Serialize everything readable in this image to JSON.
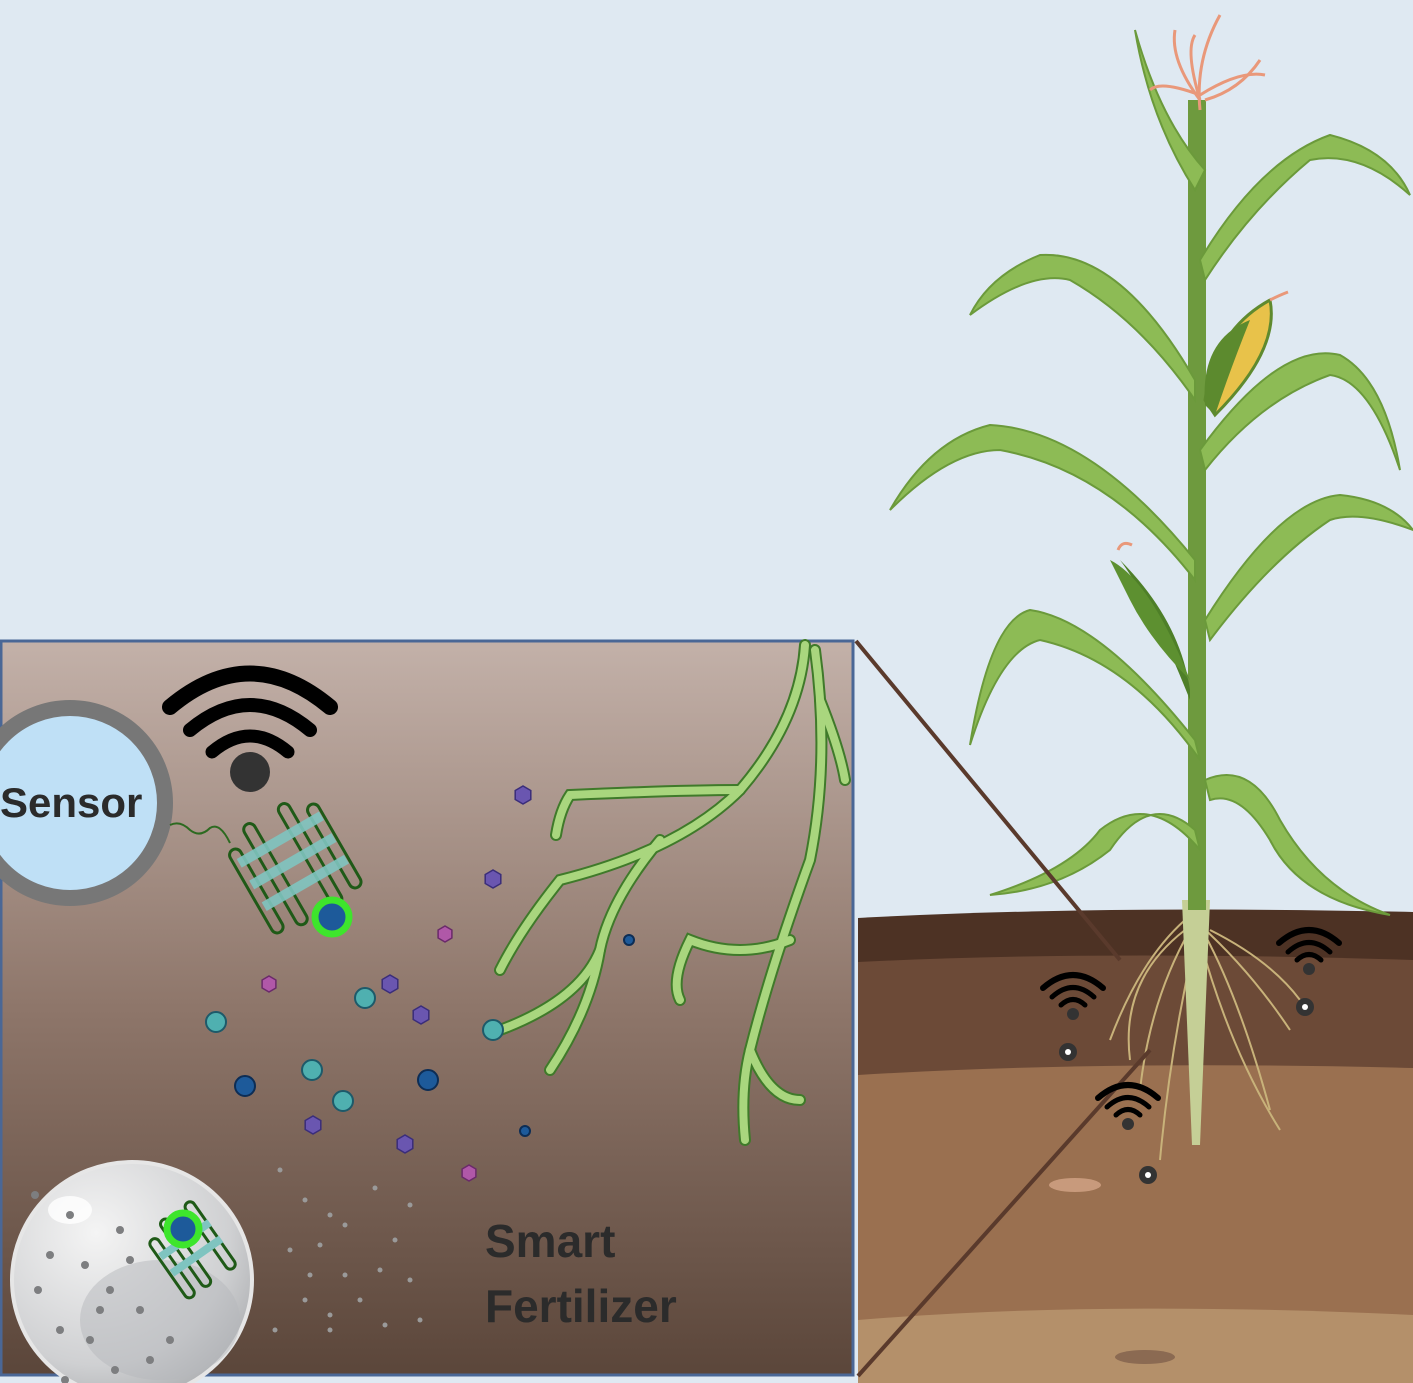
{
  "labels": {
    "sensor": "Sensor",
    "smart": "Smart",
    "fertilizer": "Fertilizer"
  },
  "colors": {
    "sky": "#dfe9f2",
    "inset_border": "#4a6796",
    "root_green": "#a8d47c",
    "leaf_green": "#7fae4a",
    "sensor_fill": "#bfe0f6",
    "sensor_ring": "#777777"
  },
  "icons": [
    "wifi-icon",
    "sensor-icon",
    "aptamer-probe-icon",
    "fertilizer-capsule-icon",
    "corn-plant-icon",
    "root-icon"
  ]
}
